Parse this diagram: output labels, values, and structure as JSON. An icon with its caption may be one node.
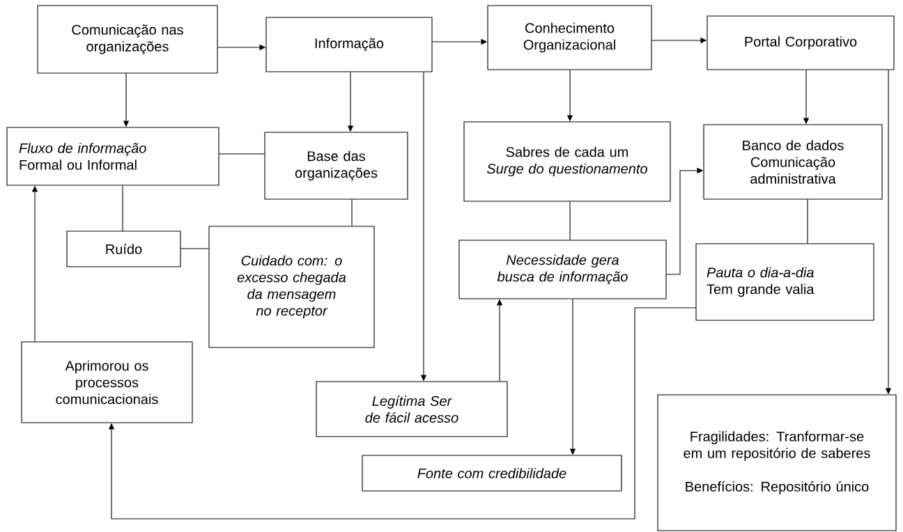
{
  "diagram": {
    "nodes": [
      {
        "text": [
          "Comunicação nas organizações"
        ]
      },
      {
        "text": [
          "Informação"
        ]
      },
      {
        "text": [
          "Conhecimento Organizacional"
        ]
      },
      {
        "text": [
          "Portal Corporativo"
        ]
      },
      {
        "text": [
          "Fluxo de informação",
          "Formal ou Informal"
        ]
      },
      {
        "text": [
          "Base das organizações"
        ]
      },
      {
        "text": [
          "Ruído"
        ]
      },
      {
        "text": [
          "Cuidado com: o excesso chegada da mensagem no receptor"
        ]
      },
      {
        "text": [
          "Sabres de cada um",
          "Surge do questionamento"
        ]
      },
      {
        "text": [
          "Banco de dados Comunicação administrativa"
        ]
      },
      {
        "text": [
          "Necessidade gera busca de informação"
        ]
      },
      {
        "text": [
          "Pauta o dia-a-dia",
          "Tem grande valia"
        ]
      },
      {
        "text": [
          "Aprimorou os processos comunicacionais"
        ]
      },
      {
        "text": [
          "Legítima Ser de fácil acesso"
        ]
      },
      {
        "text": [
          "Fonte com credibilidade"
        ]
      },
      {
        "text": [
          "Fragilidades: Tranformar-se em um repositório de saberes",
          "Benefícios: Repositório único"
        ]
      }
    ],
    "edges": [
      {
        "from": 0,
        "to": 1,
        "arrow": "to"
      },
      {
        "from": 1,
        "to": 2,
        "arrow": "to"
      },
      {
        "from": 2,
        "to": 3,
        "arrow": "to"
      },
      {
        "from": 0,
        "to": 4,
        "arrow": "to"
      },
      {
        "from": 1,
        "to": 5,
        "arrow": "to"
      },
      {
        "from": 2,
        "to": 8,
        "arrow": "to"
      },
      {
        "from": 3,
        "to": 9,
        "arrow": "to"
      },
      {
        "from": 4,
        "to": 5,
        "arrow": "none"
      },
      {
        "from": 4,
        "to": 6,
        "arrow": "none"
      },
      {
        "from": 6,
        "to": 7,
        "arrow": "none"
      },
      {
        "from": 5,
        "to": 7,
        "arrow": "none"
      },
      {
        "from": 8,
        "to": 10,
        "arrow": "none"
      },
      {
        "from": 9,
        "to": 11,
        "arrow": "none"
      },
      {
        "from": 1,
        "to": 13,
        "arrow": "to"
      },
      {
        "from": 10,
        "to": 9,
        "arrow": "to"
      },
      {
        "from": 13,
        "to": 10,
        "arrow": "to"
      },
      {
        "from": 10,
        "to": 14,
        "arrow": "to"
      },
      {
        "from": 3,
        "to": 15,
        "arrow": "to"
      },
      {
        "from": 11,
        "to": 12,
        "arrow": "to"
      },
      {
        "from": 12,
        "to": 4,
        "arrow": "to"
      }
    ]
  }
}
